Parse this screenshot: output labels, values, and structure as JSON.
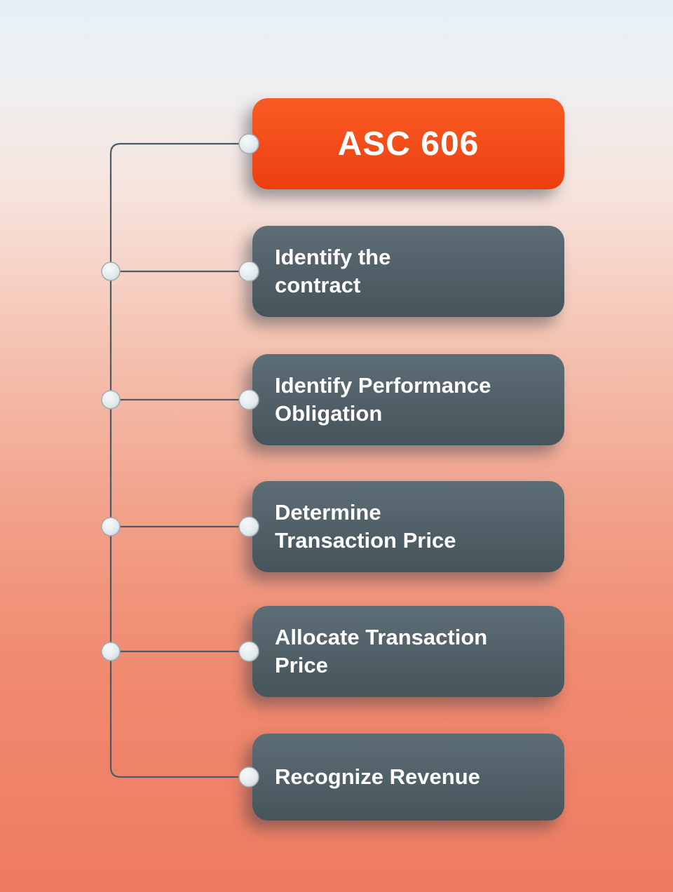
{
  "diagram": {
    "title": "ASC 606",
    "steps": [
      {
        "label": "Identify the\ncontract"
      },
      {
        "label": "Identify Performance\nObligation"
      },
      {
        "label": "Determine\nTransaction Price"
      },
      {
        "label": "Allocate Transaction\nPrice"
      },
      {
        "label": "Recognize Revenue"
      }
    ],
    "colors": {
      "title_box_top": "#f95b24",
      "title_box_bottom": "#ec3f10",
      "step_box_top": "#5e6e76",
      "step_box_bottom": "#46545b",
      "text": "#ffffff",
      "connector_line": "#4c5b63",
      "node_fill": "#e7edef",
      "node_stroke": "#9fadb3",
      "background_top": "#e5f1f6",
      "background_bottom": "#ee7b61"
    }
  }
}
